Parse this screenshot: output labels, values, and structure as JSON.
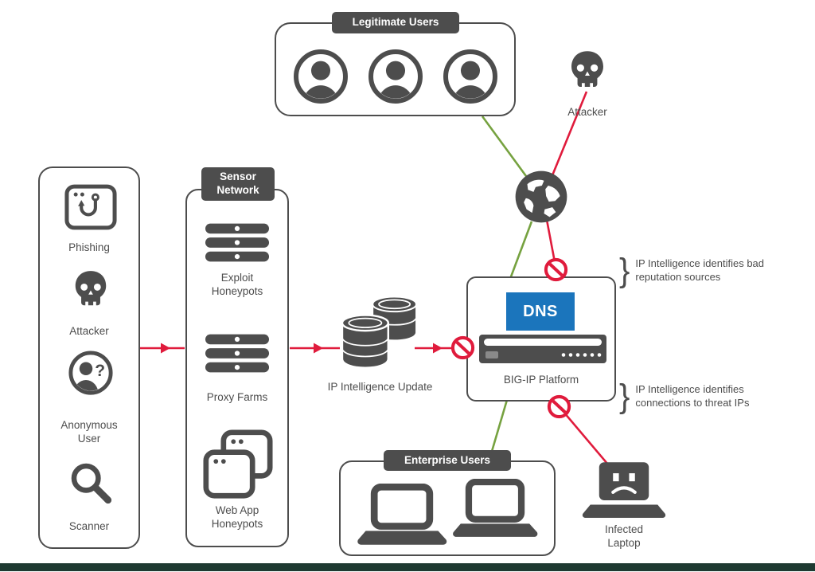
{
  "colors": {
    "line_red": "#e01b3c",
    "line_green": "#76a240",
    "icon_dark": "#4d4d4d",
    "dns_blue": "#1b75bc",
    "footer_bar": "#1e3a31"
  },
  "legitimate_users": {
    "title": "Legitimate Users"
  },
  "attacker_top": {
    "label": "Attacker"
  },
  "threat_box": {
    "items": [
      {
        "label": "Phishing"
      },
      {
        "label": "Attacker"
      },
      {
        "label": "Anonymous User"
      },
      {
        "label": "Scanner"
      }
    ]
  },
  "sensor_network": {
    "title": "Sensor Network",
    "items": [
      {
        "label": "Exploit Honeypots"
      },
      {
        "label": "Proxy Farms"
      },
      {
        "label": "Web App Honeypots"
      }
    ]
  },
  "ip_update": {
    "label": "IP Intelligence Update"
  },
  "bigip": {
    "dns": "DNS",
    "label": "BIG-IP Platform"
  },
  "callouts": {
    "brace": "}",
    "top": "IP Intelligence identifies bad reputation sources",
    "bottom": "IP Intelligence identifies connections to threat IPs"
  },
  "enterprise_users": {
    "title": "Enterprise Users"
  },
  "infected_laptop": {
    "label": "Infected Laptop"
  }
}
